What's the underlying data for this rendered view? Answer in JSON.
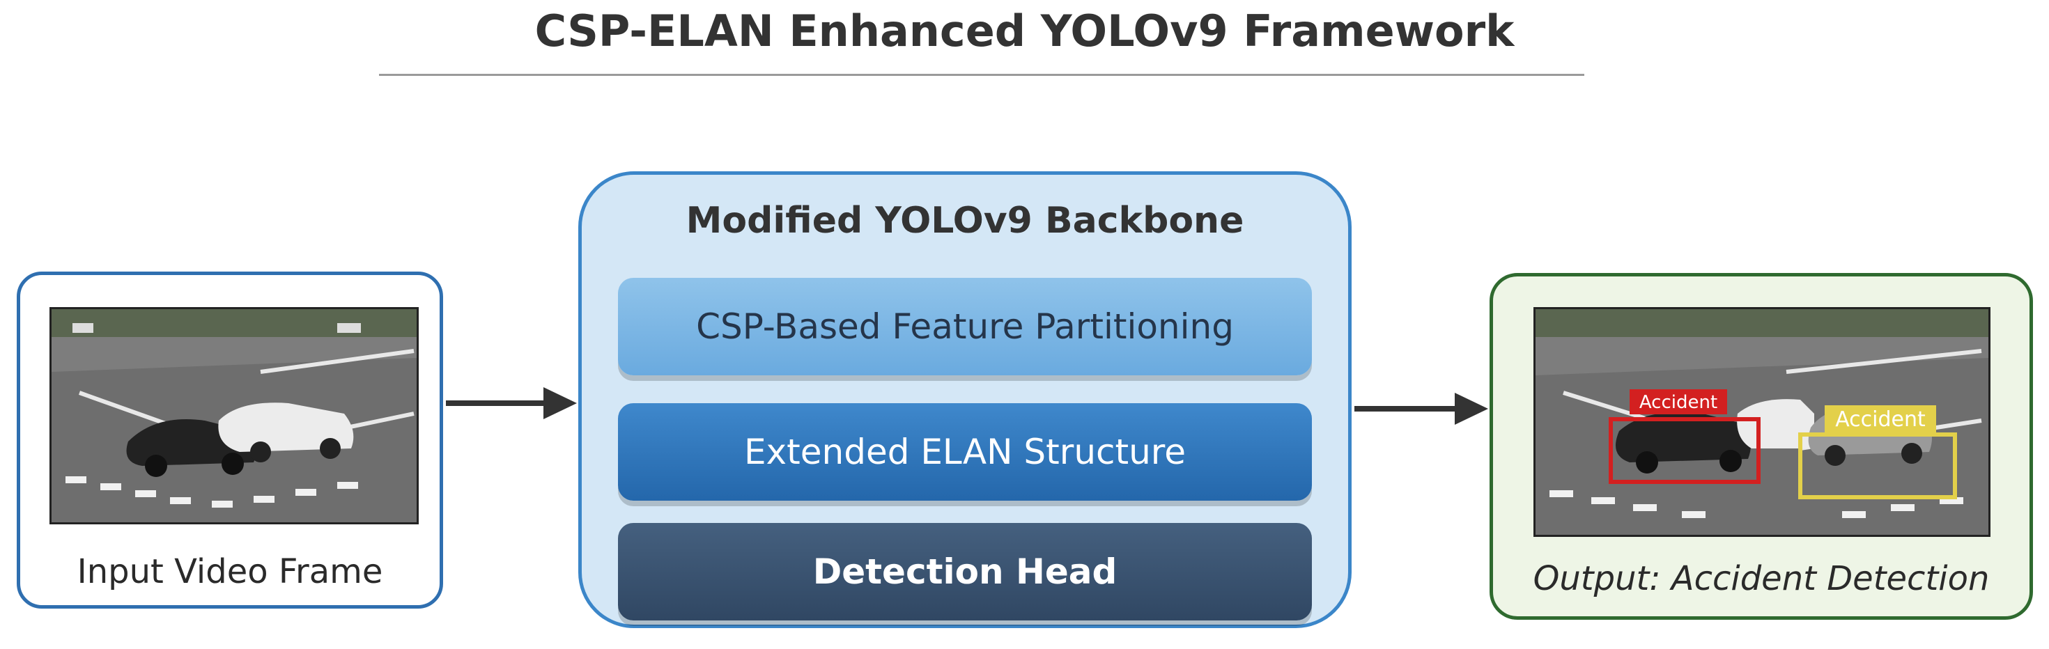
{
  "title": "CSP-ELAN Enhanced YOLOv9 Framework",
  "input": {
    "caption": "Input Video Frame"
  },
  "backbone": {
    "title": "Modified YOLOv9 Backbone",
    "layers": [
      {
        "label": "CSP-Based Feature Partitioning",
        "color": "#7ab6e5"
      },
      {
        "label": "Extended ELAN Structure",
        "color": "#2d73b8"
      },
      {
        "label": "Detection Head",
        "color": "#3a5272"
      }
    ]
  },
  "output": {
    "caption": "Output: Accident Detection",
    "detections": [
      {
        "label": "Accident",
        "color": "#d32020"
      },
      {
        "label": "Accident",
        "color": "#e3d04a"
      }
    ]
  },
  "colors": {
    "input_border": "#2f6fb0",
    "backbone_border": "#3b86c9",
    "backbone_fill": "#d4e7f6",
    "output_border": "#2f6a2f",
    "output_fill": "#eef5e6",
    "arrow": "#333333"
  },
  "icons": [
    "arrow-right-icon",
    "arrow-right-icon"
  ]
}
